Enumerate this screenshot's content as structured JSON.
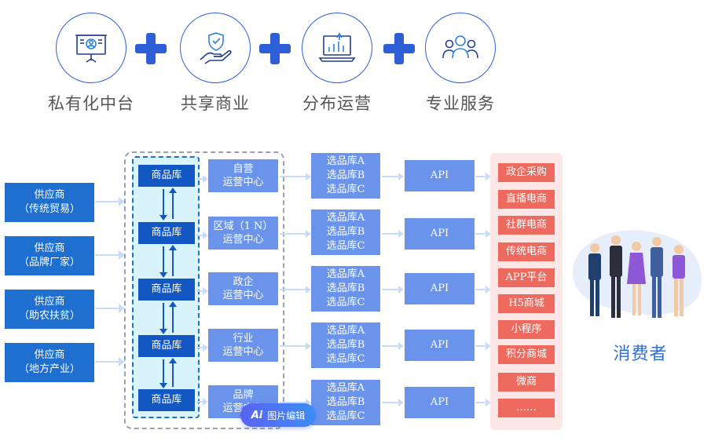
{
  "pillars": [
    {
      "label": "私有化中台",
      "icon": "presentation-board-icon"
    },
    {
      "label": "共享商业",
      "icon": "hand-shield-icon"
    },
    {
      "label": "分布运营",
      "icon": "laptop-chart-icon"
    },
    {
      "label": "专业服务",
      "icon": "team-people-icon"
    }
  ],
  "suppliers": [
    {
      "line1": "供应商",
      "line2": "（传统贸易）"
    },
    {
      "line1": "供应商",
      "line2": "（品牌厂家）"
    },
    {
      "line1": "供应商",
      "line2": "（助农扶贫）"
    },
    {
      "line1": "供应商",
      "line2": "（地方产业）"
    }
  ],
  "libraries": [
    "商品库",
    "商品库",
    "商品库",
    "商品库",
    "商品库"
  ],
  "centers": [
    {
      "line1": "自营",
      "line2": "运营中心"
    },
    {
      "line1": "区域（1 N）",
      "line2": "运营中心"
    },
    {
      "line1": "政企",
      "line2": "运营中心"
    },
    {
      "line1": "行业",
      "line2": "运营中心"
    },
    {
      "line1": "品牌",
      "line2": "运营中心"
    }
  ],
  "selections": [
    [
      "选品库A",
      "选品库B",
      "选品库C"
    ],
    [
      "选品库A",
      "选品库B",
      "选品库C"
    ],
    [
      "选品库A",
      "选品库B",
      "选品库C"
    ],
    [
      "选品库A",
      "选品库B",
      "选品库C"
    ],
    [
      "选品库A",
      "选品库B",
      "选品库C"
    ]
  ],
  "apis": [
    "API",
    "API",
    "API",
    "API",
    "API"
  ],
  "channels": [
    "政企采购",
    "直播电商",
    "社群电商",
    "传统电商",
    "APP平台",
    "H5商城",
    "小程序",
    "积分商城",
    "微商",
    "……"
  ],
  "consumer_label": "消费者",
  "badge": {
    "ai": "Ai",
    "label": "图片编辑"
  },
  "colors": {
    "primary": "#2f5fd6",
    "box_dark": "#1257c2",
    "box_light": "#6a94ec",
    "channel": "#ef6a5e",
    "channel_bg": "#fde6e6",
    "library_bg": "#d9f3fb"
  }
}
